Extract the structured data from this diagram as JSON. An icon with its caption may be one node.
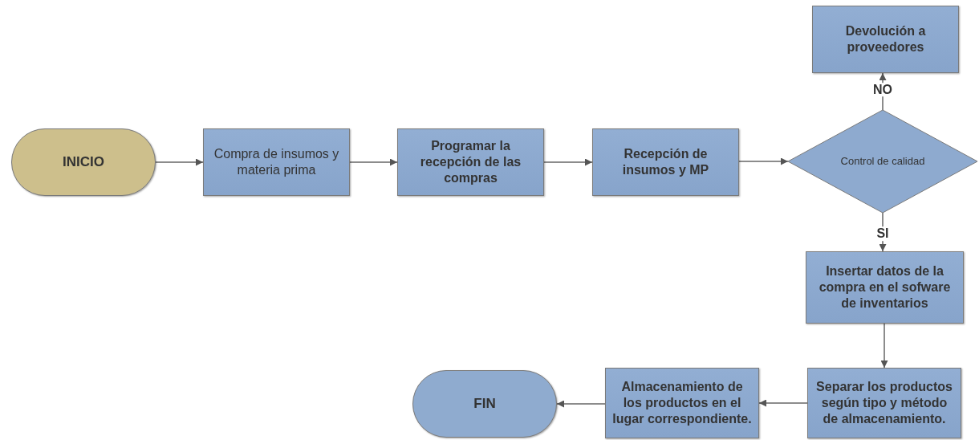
{
  "diagram": {
    "nodes": [
      {
        "text": [
          "INICIO"
        ]
      },
      {
        "text": [
          "Compra de insumos y materia prima"
        ]
      },
      {
        "text": [
          "Programar la recepción de las compras"
        ]
      },
      {
        "text": [
          "Recepción de insumos y MP"
        ]
      },
      {
        "text": [
          "Control de calidad"
        ]
      },
      {
        "text": [
          "Devolución a proveedores"
        ]
      },
      {
        "text": [
          "Insertar datos de la compra en el sofware de inventarios"
        ]
      },
      {
        "text": [
          "Separar los productos según tipo y método de almacenamiento."
        ]
      },
      {
        "text": [
          "Almacenamiento de los productos en el lugar correspondiente."
        ]
      },
      {
        "text": [
          "FIN"
        ]
      }
    ],
    "edges": [
      {
        "from": 0,
        "to": 1,
        "arrow": "to"
      },
      {
        "from": 1,
        "to": 2,
        "arrow": "to"
      },
      {
        "from": 2,
        "to": 3,
        "arrow": "to"
      },
      {
        "from": 3,
        "to": 4,
        "arrow": "to"
      },
      {
        "from": 4,
        "to": 5,
        "arrow": "to",
        "label": "NO"
      },
      {
        "from": 4,
        "to": 6,
        "arrow": "to",
        "label": "SI"
      },
      {
        "from": 6,
        "to": 7,
        "arrow": "to"
      },
      {
        "from": 7,
        "to": 8,
        "arrow": "to"
      },
      {
        "from": 8,
        "to": 9,
        "arrow": "to"
      }
    ]
  }
}
